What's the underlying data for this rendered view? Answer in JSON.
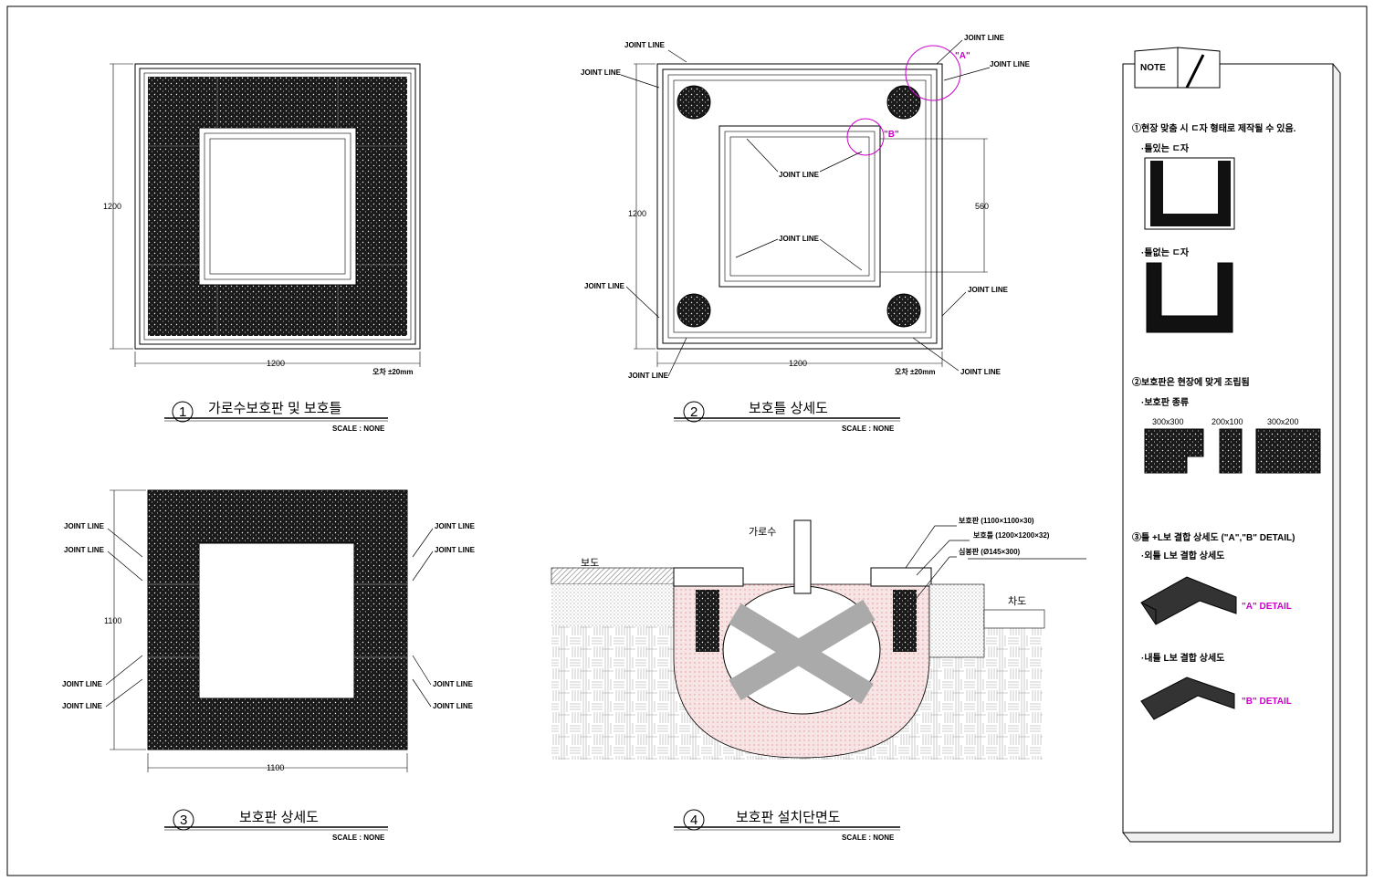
{
  "drawings": [
    {
      "number": "1",
      "title": "가로수보호판 및 보호틀",
      "scale": "SCALE : NONE",
      "dim_width": "1200",
      "dim_height": "1200",
      "tolerance": "오차 ±20mm"
    },
    {
      "number": "2",
      "title": "보호틀 상세도",
      "scale": "SCALE : NONE",
      "dim_width": "1200",
      "dim_height": "1200",
      "dim_inner": "560",
      "tolerance": "오차 ±20mm"
    },
    {
      "number": "3",
      "title": "보호판 상세도",
      "scale": "SCALE : NONE",
      "dim_width": "1100",
      "dim_height": "1100"
    },
    {
      "number": "4",
      "title": "보호판 설치단면도",
      "scale": "SCALE : NONE"
    }
  ],
  "labels": {
    "joint_line": "JOINT LINE",
    "callout_a": "\"A\"",
    "callout_b": "\"B\"",
    "tree": "가로수",
    "sidewalk": "보도",
    "roadway": "차도",
    "plate_spec": "보호판 (1100×1100×30)",
    "frame_spec": "보호틀 (1200×1200×32)",
    "anchor_spec": "심봉판 (Ø145×300)"
  },
  "note": {
    "header": "NOTE",
    "item1": "①현장 맞춤 시 ㄷ자 형태로 제작될 수 있음.",
    "item1_a": "·틀있는 ㄷ자",
    "item1_b": "·틀없는 ㄷ자",
    "item2": "②보호판은 현장에 맞게 조립됨",
    "item2_a": "·보호판 종류",
    "sizes": [
      "300x300",
      "200x100",
      "300x200"
    ],
    "item3": "③틀 +L보 결합 상세도 (\"A\",\"B\" DETAIL)",
    "item3_a": "·외틀 L보 결합 상세도",
    "detail_a": "\"A\" DETAIL",
    "item3_b": "·내틀 L보 결합 상세도",
    "detail_b": "\"B\" DETAIL"
  },
  "colors": {
    "accent": "#cc00cc",
    "ink": "#000000",
    "soil": "#f4d6d6"
  }
}
